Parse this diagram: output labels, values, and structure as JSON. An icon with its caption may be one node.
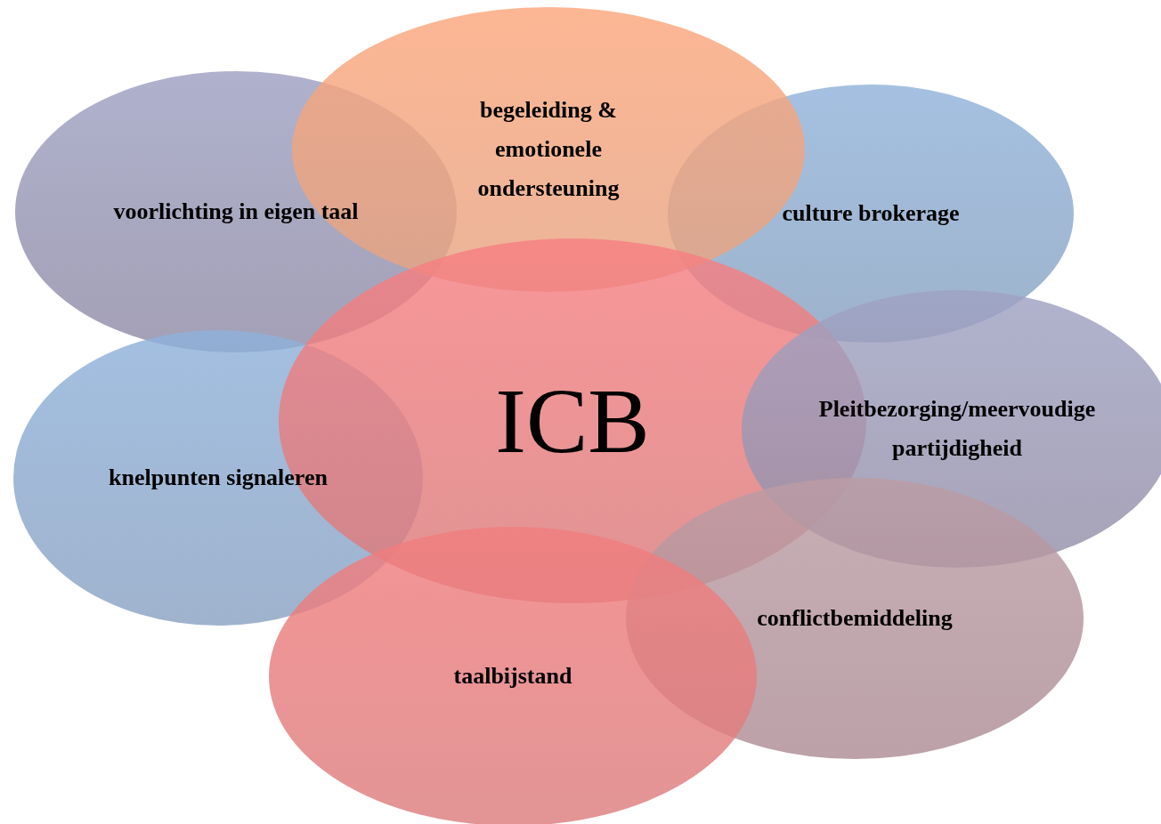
{
  "diagram": {
    "nodes": [
      {
        "text": [
          "ICB"
        ]
      },
      {
        "text": [
          "begeleiding & emotionele ondersteuning"
        ]
      },
      {
        "text": [
          "voorlichting in eigen taal"
        ]
      },
      {
        "text": [
          "culture brokerage"
        ]
      },
      {
        "text": [
          "knelpunten signaleren"
        ]
      },
      {
        "text": [
          "Pleitbezorging/meervoudige partijdigheid"
        ]
      },
      {
        "text": [
          "conflictbemiddeling"
        ]
      },
      {
        "text": [
          "taalbijstand"
        ]
      }
    ]
  }
}
